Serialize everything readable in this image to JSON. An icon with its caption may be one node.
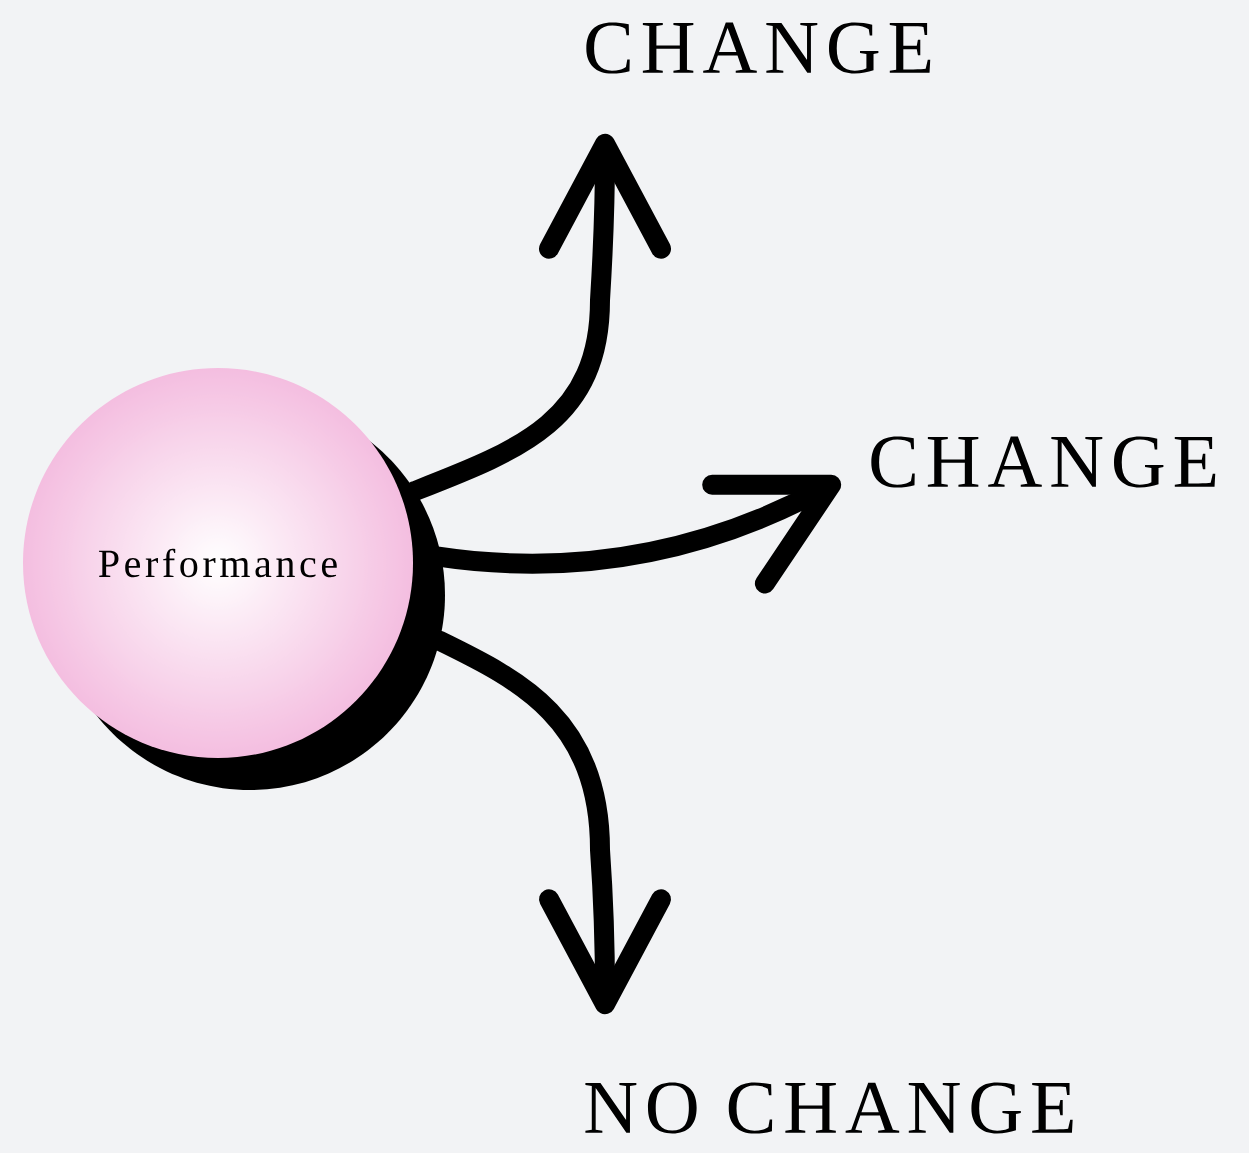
{
  "diagram": {
    "nodes": [
      {
        "text": [
          "Performance"
        ]
      },
      {
        "text": [
          "CHANGE"
        ]
      },
      {
        "text": [
          "CHANGE"
        ]
      },
      {
        "text": [
          "NO CHANGE"
        ]
      }
    ],
    "edges": [
      {
        "from": 0,
        "to": 1,
        "arrow": "to"
      },
      {
        "from": 0,
        "to": 2,
        "arrow": "to"
      },
      {
        "from": 0,
        "to": 3,
        "arrow": "to"
      }
    ]
  }
}
